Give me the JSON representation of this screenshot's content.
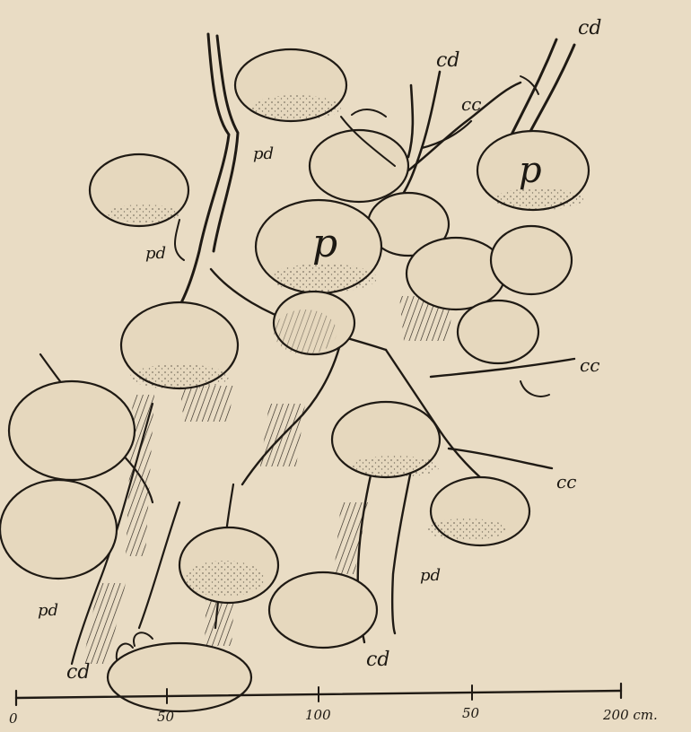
{
  "figure": {
    "labels": {
      "cd_top": "cd",
      "cd_upper": "cd",
      "cc_upper": "cc",
      "p_right": "p",
      "pd_upper": "pd",
      "pd_left": "pd",
      "p_center": "p",
      "cc_right_upper": "cc",
      "cc_right_lower": "cc",
      "pd_lower_right": "pd",
      "pd_lower_left": "pd",
      "cd_bottom_center": "cd",
      "cd_bottom_left": "cd"
    },
    "scale_bar": {
      "ticks": [
        "0",
        "50",
        "100",
        "50",
        "200 cm."
      ]
    }
  }
}
